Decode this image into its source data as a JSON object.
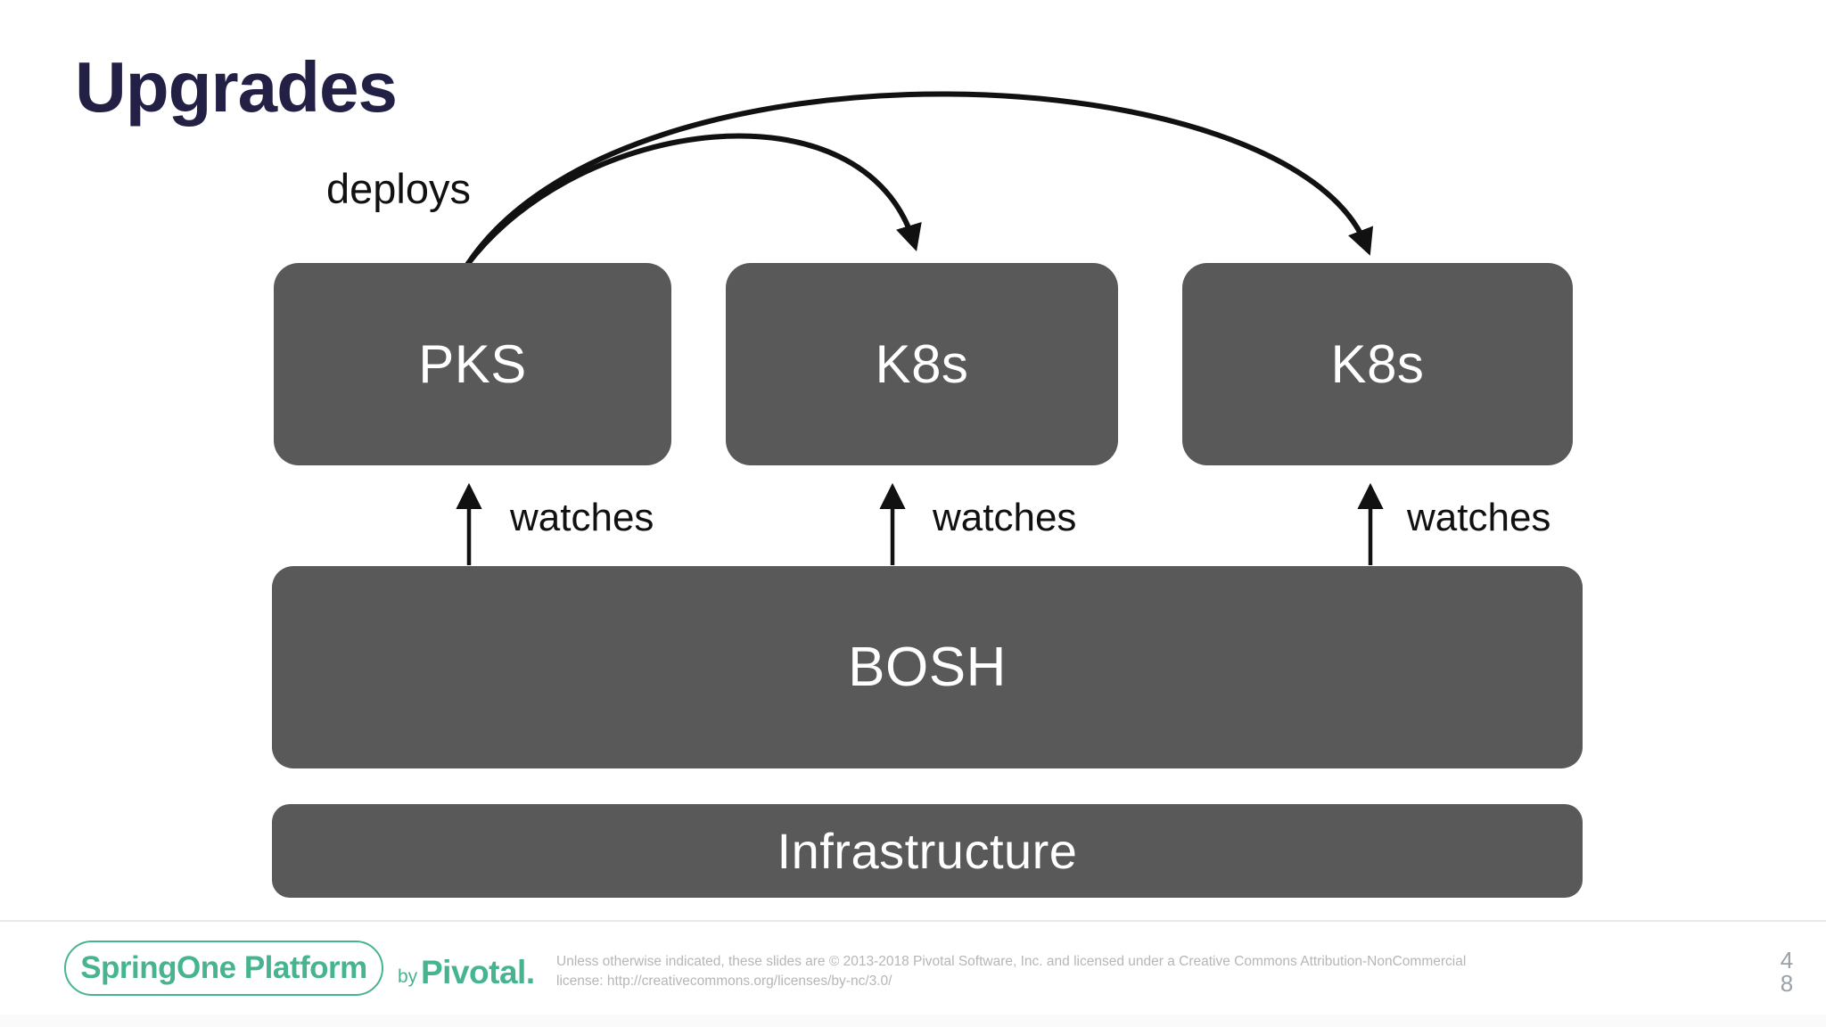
{
  "slide": {
    "title": "Upgrades",
    "page_number_top": "4",
    "page_number_bottom": "8"
  },
  "diagram": {
    "deploys_label": "deploys",
    "boxes": [
      {
        "id": "pks",
        "label": "PKS"
      },
      {
        "id": "k8s-1",
        "label": "K8s"
      },
      {
        "id": "k8s-2",
        "label": "K8s"
      }
    ],
    "bosh_label": "BOSH",
    "infrastructure_label": "Infrastructure",
    "watches_labels": [
      "watches",
      "watches",
      "watches"
    ],
    "arrows": [
      {
        "name": "deploys-arc-to-middle-k8s",
        "from": "PKS",
        "to": "K8s (middle)"
      },
      {
        "name": "deploys-arc-to-right-k8s",
        "from": "PKS",
        "to": "K8s (right)"
      },
      {
        "name": "watches-arrow-1",
        "from": "BOSH",
        "to": "PKS"
      },
      {
        "name": "watches-arrow-2",
        "from": "BOSH",
        "to": "K8s (middle)"
      },
      {
        "name": "watches-arrow-3",
        "from": "BOSH",
        "to": "K8s (right)"
      }
    ]
  },
  "footer": {
    "logo_text": "SpringOne Platform",
    "by_label": "by",
    "brand_name": "Pivotal.",
    "license_line1": "Unless otherwise indicated, these slides are © 2013-2018 Pivotal Software, Inc. and licensed under a Creative Commons Attribution-NonCommercial",
    "license_line2": "license: http://creativecommons.org/licenses/by-nc/3.0/"
  },
  "colors": {
    "box_fill": "#595959",
    "title": "#232046",
    "brand_teal": "#47b491",
    "arrow": "#111111",
    "license_gray": "#b6b6b6",
    "page_gray": "#9aa1a9"
  }
}
